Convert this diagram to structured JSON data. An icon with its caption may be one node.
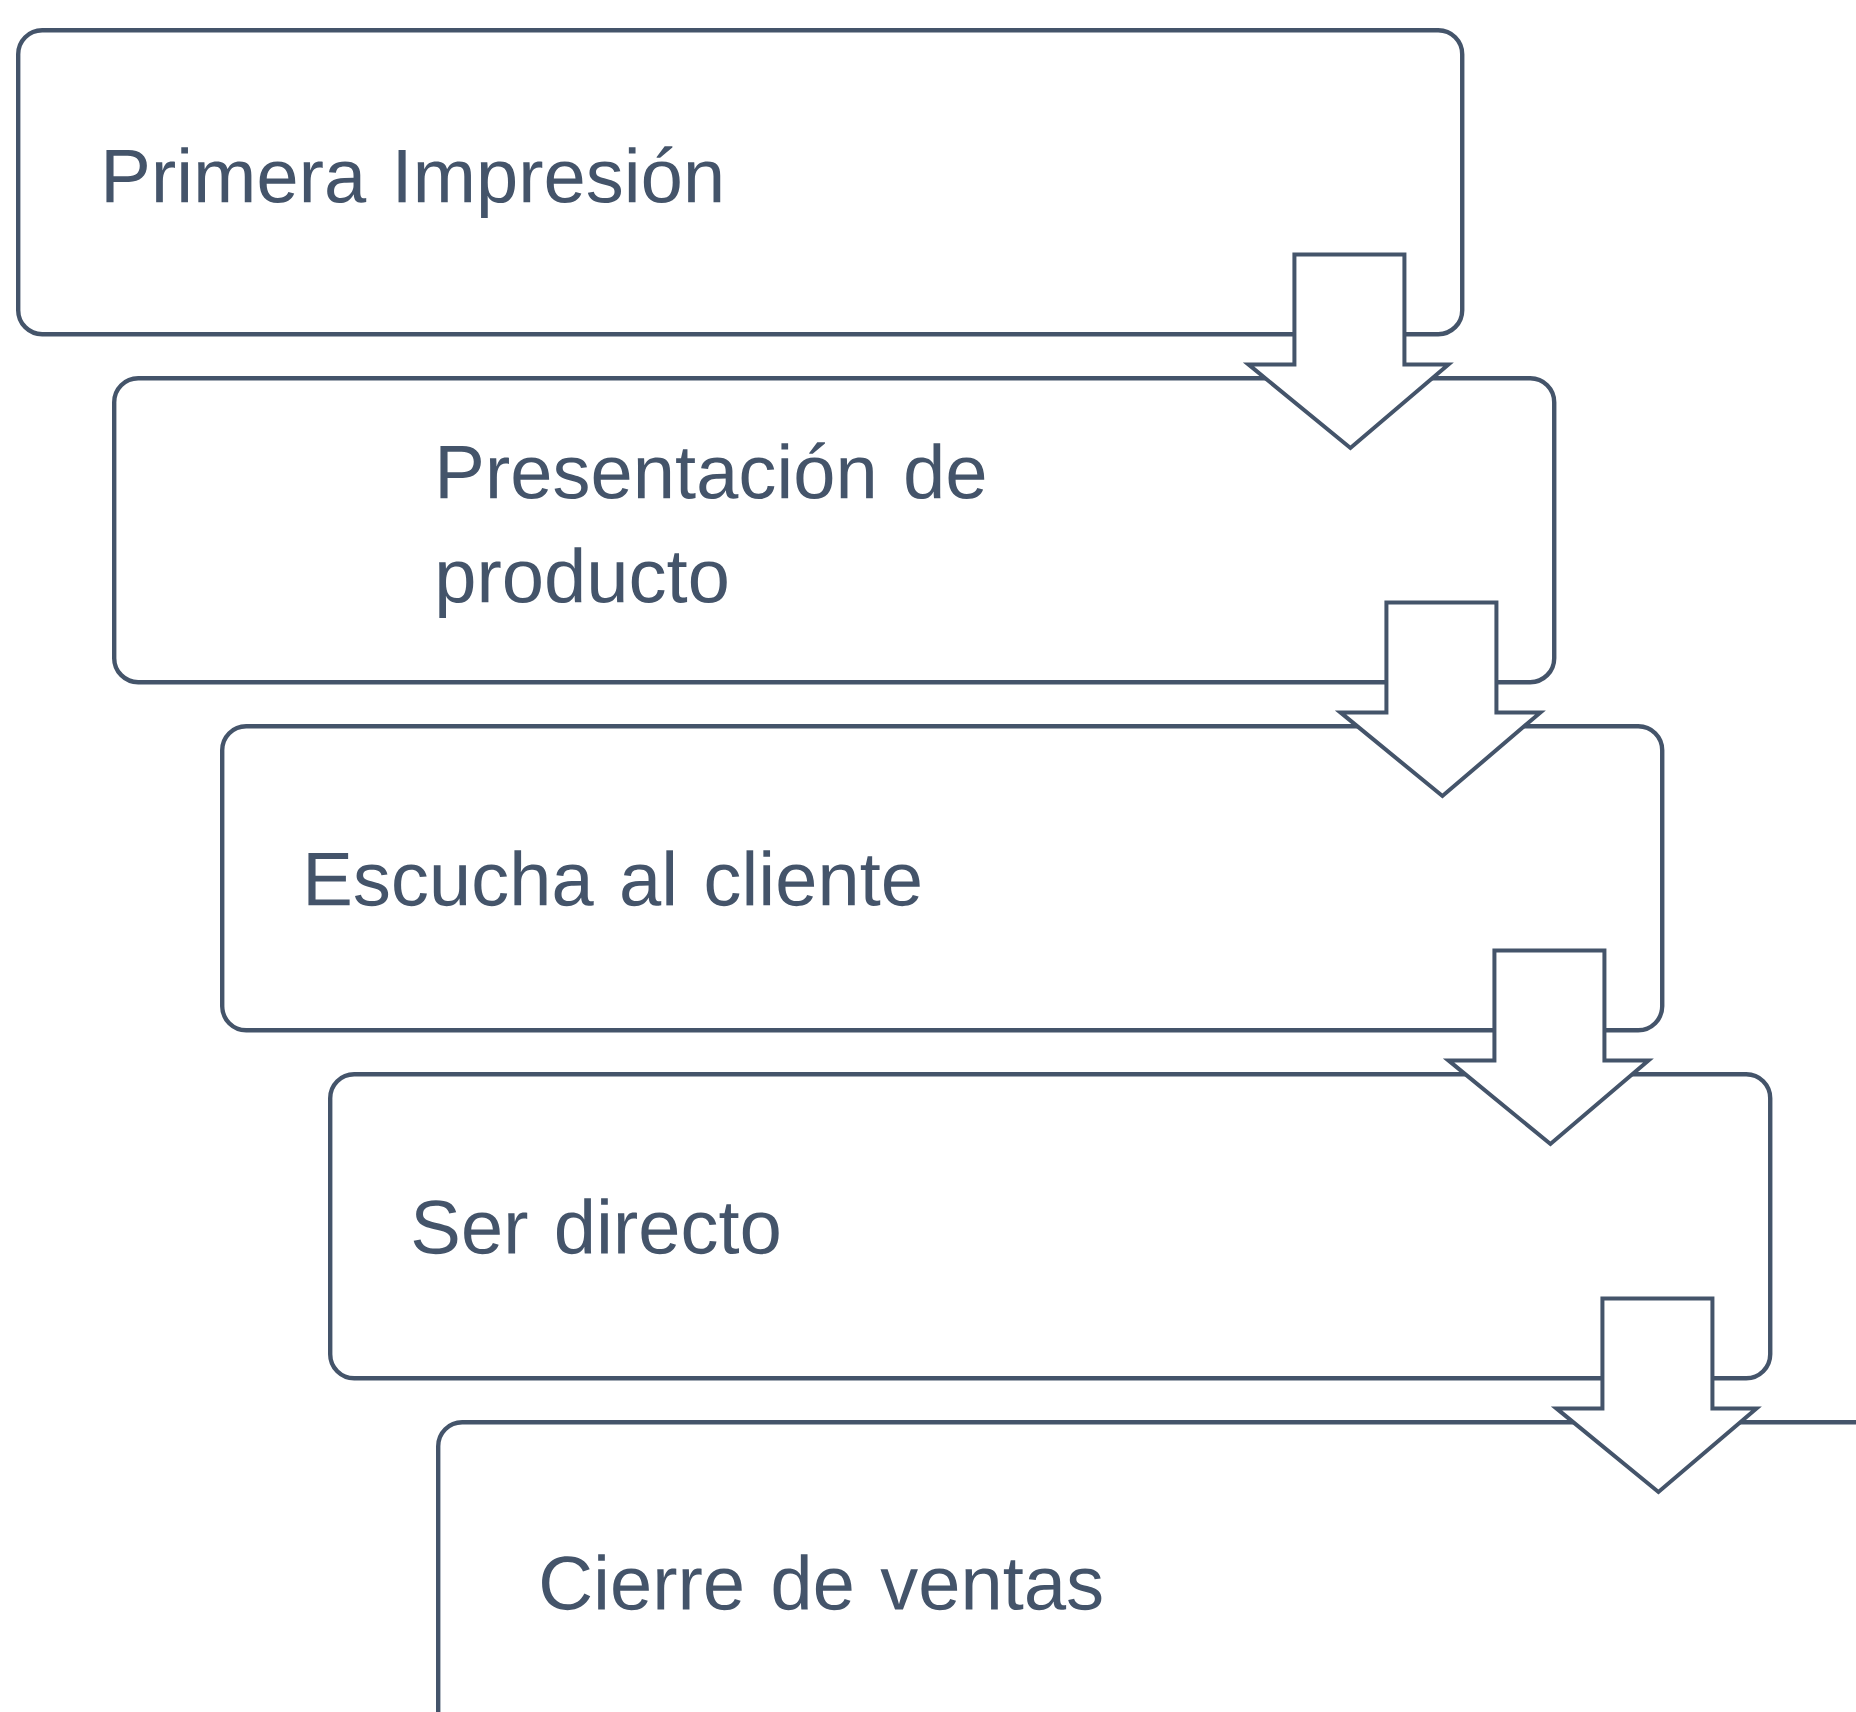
{
  "diagram": {
    "nodes": [
      {
        "text": [
          "Primera Impresión"
        ]
      },
      {
        "text": [
          "Presentación de producto"
        ]
      },
      {
        "text": [
          "Escucha al cliente"
        ]
      },
      {
        "text": [
          "Ser directo"
        ]
      },
      {
        "text": [
          "Cierre de ventas"
        ]
      }
    ],
    "edges": [
      {
        "from": 0,
        "to": 1,
        "arrow": "to"
      },
      {
        "from": 1,
        "to": 2,
        "arrow": "to"
      },
      {
        "from": 2,
        "to": 3,
        "arrow": "to"
      },
      {
        "from": 3,
        "to": 4,
        "arrow": "to"
      }
    ]
  }
}
